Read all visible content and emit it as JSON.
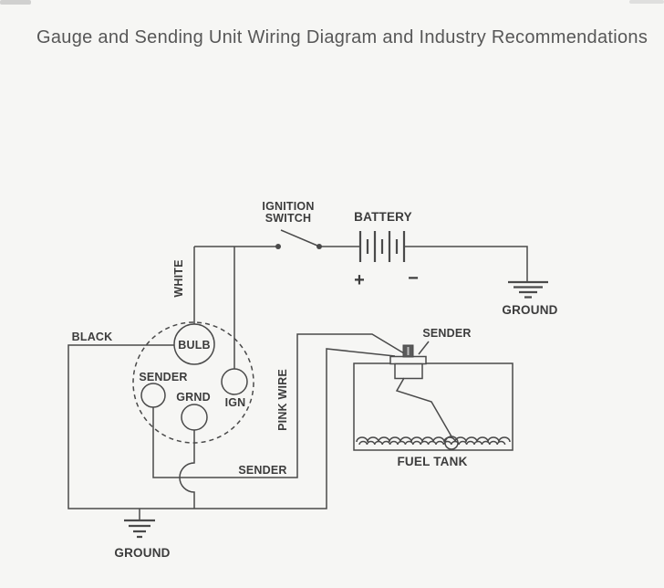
{
  "title": "Gauge and Sending Unit Wiring Diagram and Industry Recommendations",
  "labels": {
    "ignition_switch": [
      "IGNITION",
      "SWITCH"
    ],
    "battery": "BATTERY",
    "battery_positive": "+",
    "battery_negative": "−",
    "ground_right": "GROUND",
    "ground_bottom": "GROUND",
    "wire_white": "WHITE",
    "wire_black": "BLACK",
    "wire_pink": "PINK WIRE",
    "wire_sender": "SENDER",
    "gauge": {
      "bulb": "BULB",
      "sender": "SENDER",
      "ground": "GRND",
      "ignition": "IGN"
    },
    "tank_sender": "SENDER",
    "fuel_tank": "FUEL TANK"
  },
  "colors": {
    "line": "#4a4a4a",
    "label_text": "#3c3c3c",
    "title_text": "#575757",
    "background": "#f6f6f4"
  }
}
